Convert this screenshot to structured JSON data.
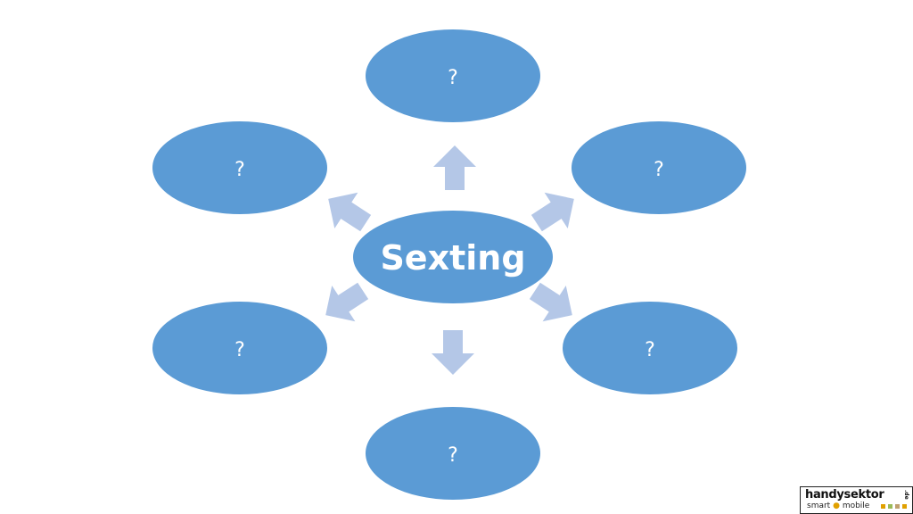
{
  "center": {
    "label": "Sexting"
  },
  "nodes": [
    {
      "id": "top",
      "label": "?"
    },
    {
      "id": "upper-right",
      "label": "?"
    },
    {
      "id": "lower-right",
      "label": "?"
    },
    {
      "id": "bottom",
      "label": "?"
    },
    {
      "id": "lower-left",
      "label": "?"
    },
    {
      "id": "upper-left",
      "label": "?"
    }
  ],
  "colors": {
    "ellipse_fill": "#5b9bd5",
    "arrow_fill": "#b4c7e7",
    "text": "#ffffff"
  },
  "logo": {
    "brand": "handysektor",
    "tld": ".de",
    "tagline_left": "smart",
    "tagline_sep": "●",
    "tagline_right": "mobile",
    "square_colors": [
      "#e0a000",
      "#9bbb59",
      "#c0a070",
      "#e0a000"
    ]
  }
}
